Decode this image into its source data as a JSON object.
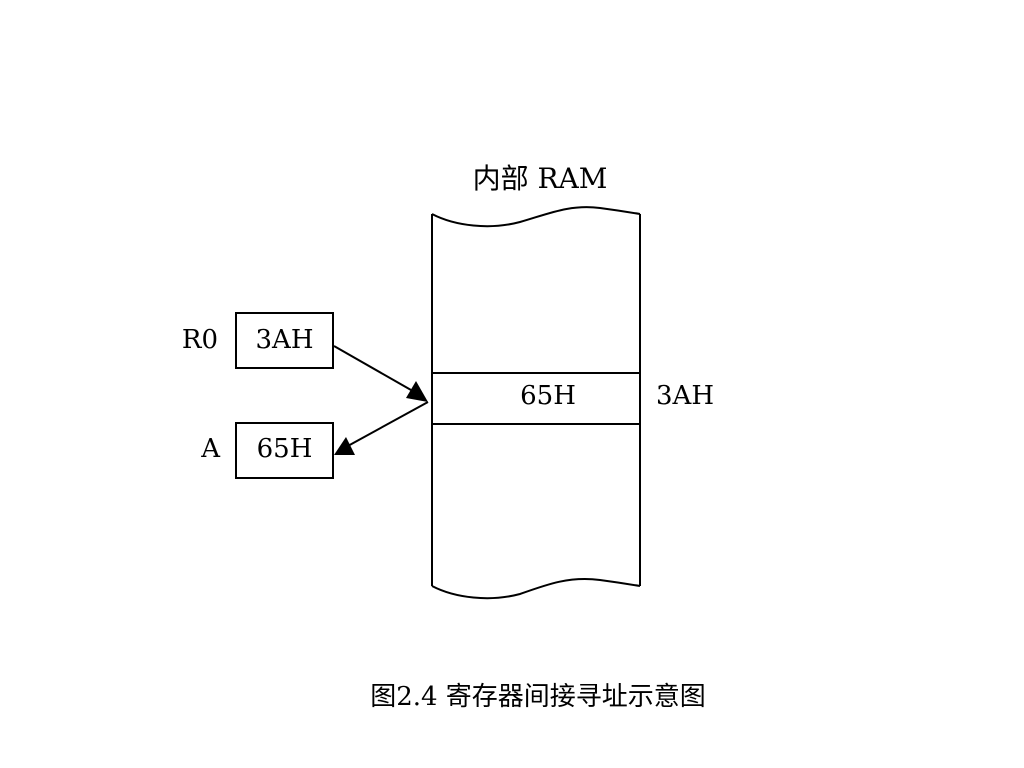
{
  "memory": {
    "title": "内部 RAM",
    "cell_value": "65H",
    "cell_address": "3AH"
  },
  "registers": [
    {
      "name": "R0",
      "value": "3AH"
    },
    {
      "name": "A",
      "value": "65H"
    }
  ],
  "caption": "图2.4  寄存器间接寻址示意图",
  "colors": {
    "line": "#000000",
    "background": "#ffffff"
  }
}
